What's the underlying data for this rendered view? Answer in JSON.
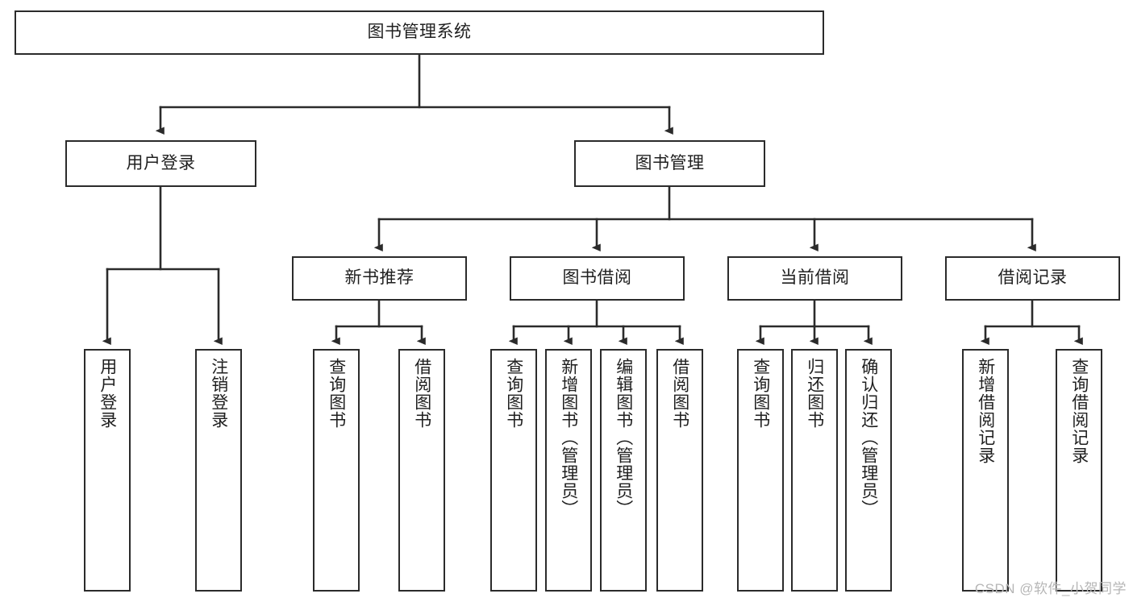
{
  "diagram": {
    "type": "tree-hierarchy",
    "title": "图书管理系统",
    "watermark": "CSDN @软件_小贺同学",
    "colors": {
      "box_border": "#2b2b2b",
      "box_fill": "#ffffff",
      "edge": "#2b2b2b",
      "text": "#1f1f1f",
      "watermark": "#b6b6b6",
      "background": "#ffffff"
    },
    "nodes": {
      "root": {
        "label": "图书管理系统"
      },
      "level2": [
        {
          "id": "user-login",
          "label": "用户登录"
        },
        {
          "id": "book-manage",
          "label": "图书管理"
        }
      ],
      "level3": [
        {
          "id": "new-book-recommend",
          "label": "新书推荐"
        },
        {
          "id": "book-borrow",
          "label": "图书借阅"
        },
        {
          "id": "current-borrow",
          "label": "当前借阅"
        },
        {
          "id": "borrow-record",
          "label": "借阅记录"
        }
      ],
      "leaves": {
        "user-login": [
          {
            "id": "leaf-user-login",
            "label": "用户登录"
          },
          {
            "id": "leaf-user-logout",
            "label": "注销登录"
          }
        ],
        "new-book-recommend": [
          {
            "id": "leaf-query-book-1",
            "label": "查询图书"
          },
          {
            "id": "leaf-borrow-book-1",
            "label": "借阅图书"
          }
        ],
        "book-borrow": [
          {
            "id": "leaf-query-book-2",
            "label": "查询图书"
          },
          {
            "id": "leaf-add-book",
            "label": "新增图书（管理员）"
          },
          {
            "id": "leaf-edit-book",
            "label": "编辑图书（管理员）"
          },
          {
            "id": "leaf-borrow-book-2",
            "label": "借阅图书"
          }
        ],
        "current-borrow": [
          {
            "id": "leaf-query-book-3",
            "label": "查询图书"
          },
          {
            "id": "leaf-return-book",
            "label": "归还图书"
          },
          {
            "id": "leaf-confirm-return",
            "label": "确认归还（管理员）"
          }
        ],
        "borrow-record": [
          {
            "id": "leaf-add-record",
            "label": "新增借阅记录"
          },
          {
            "id": "leaf-query-record",
            "label": "查询借阅记录"
          }
        ]
      }
    }
  }
}
